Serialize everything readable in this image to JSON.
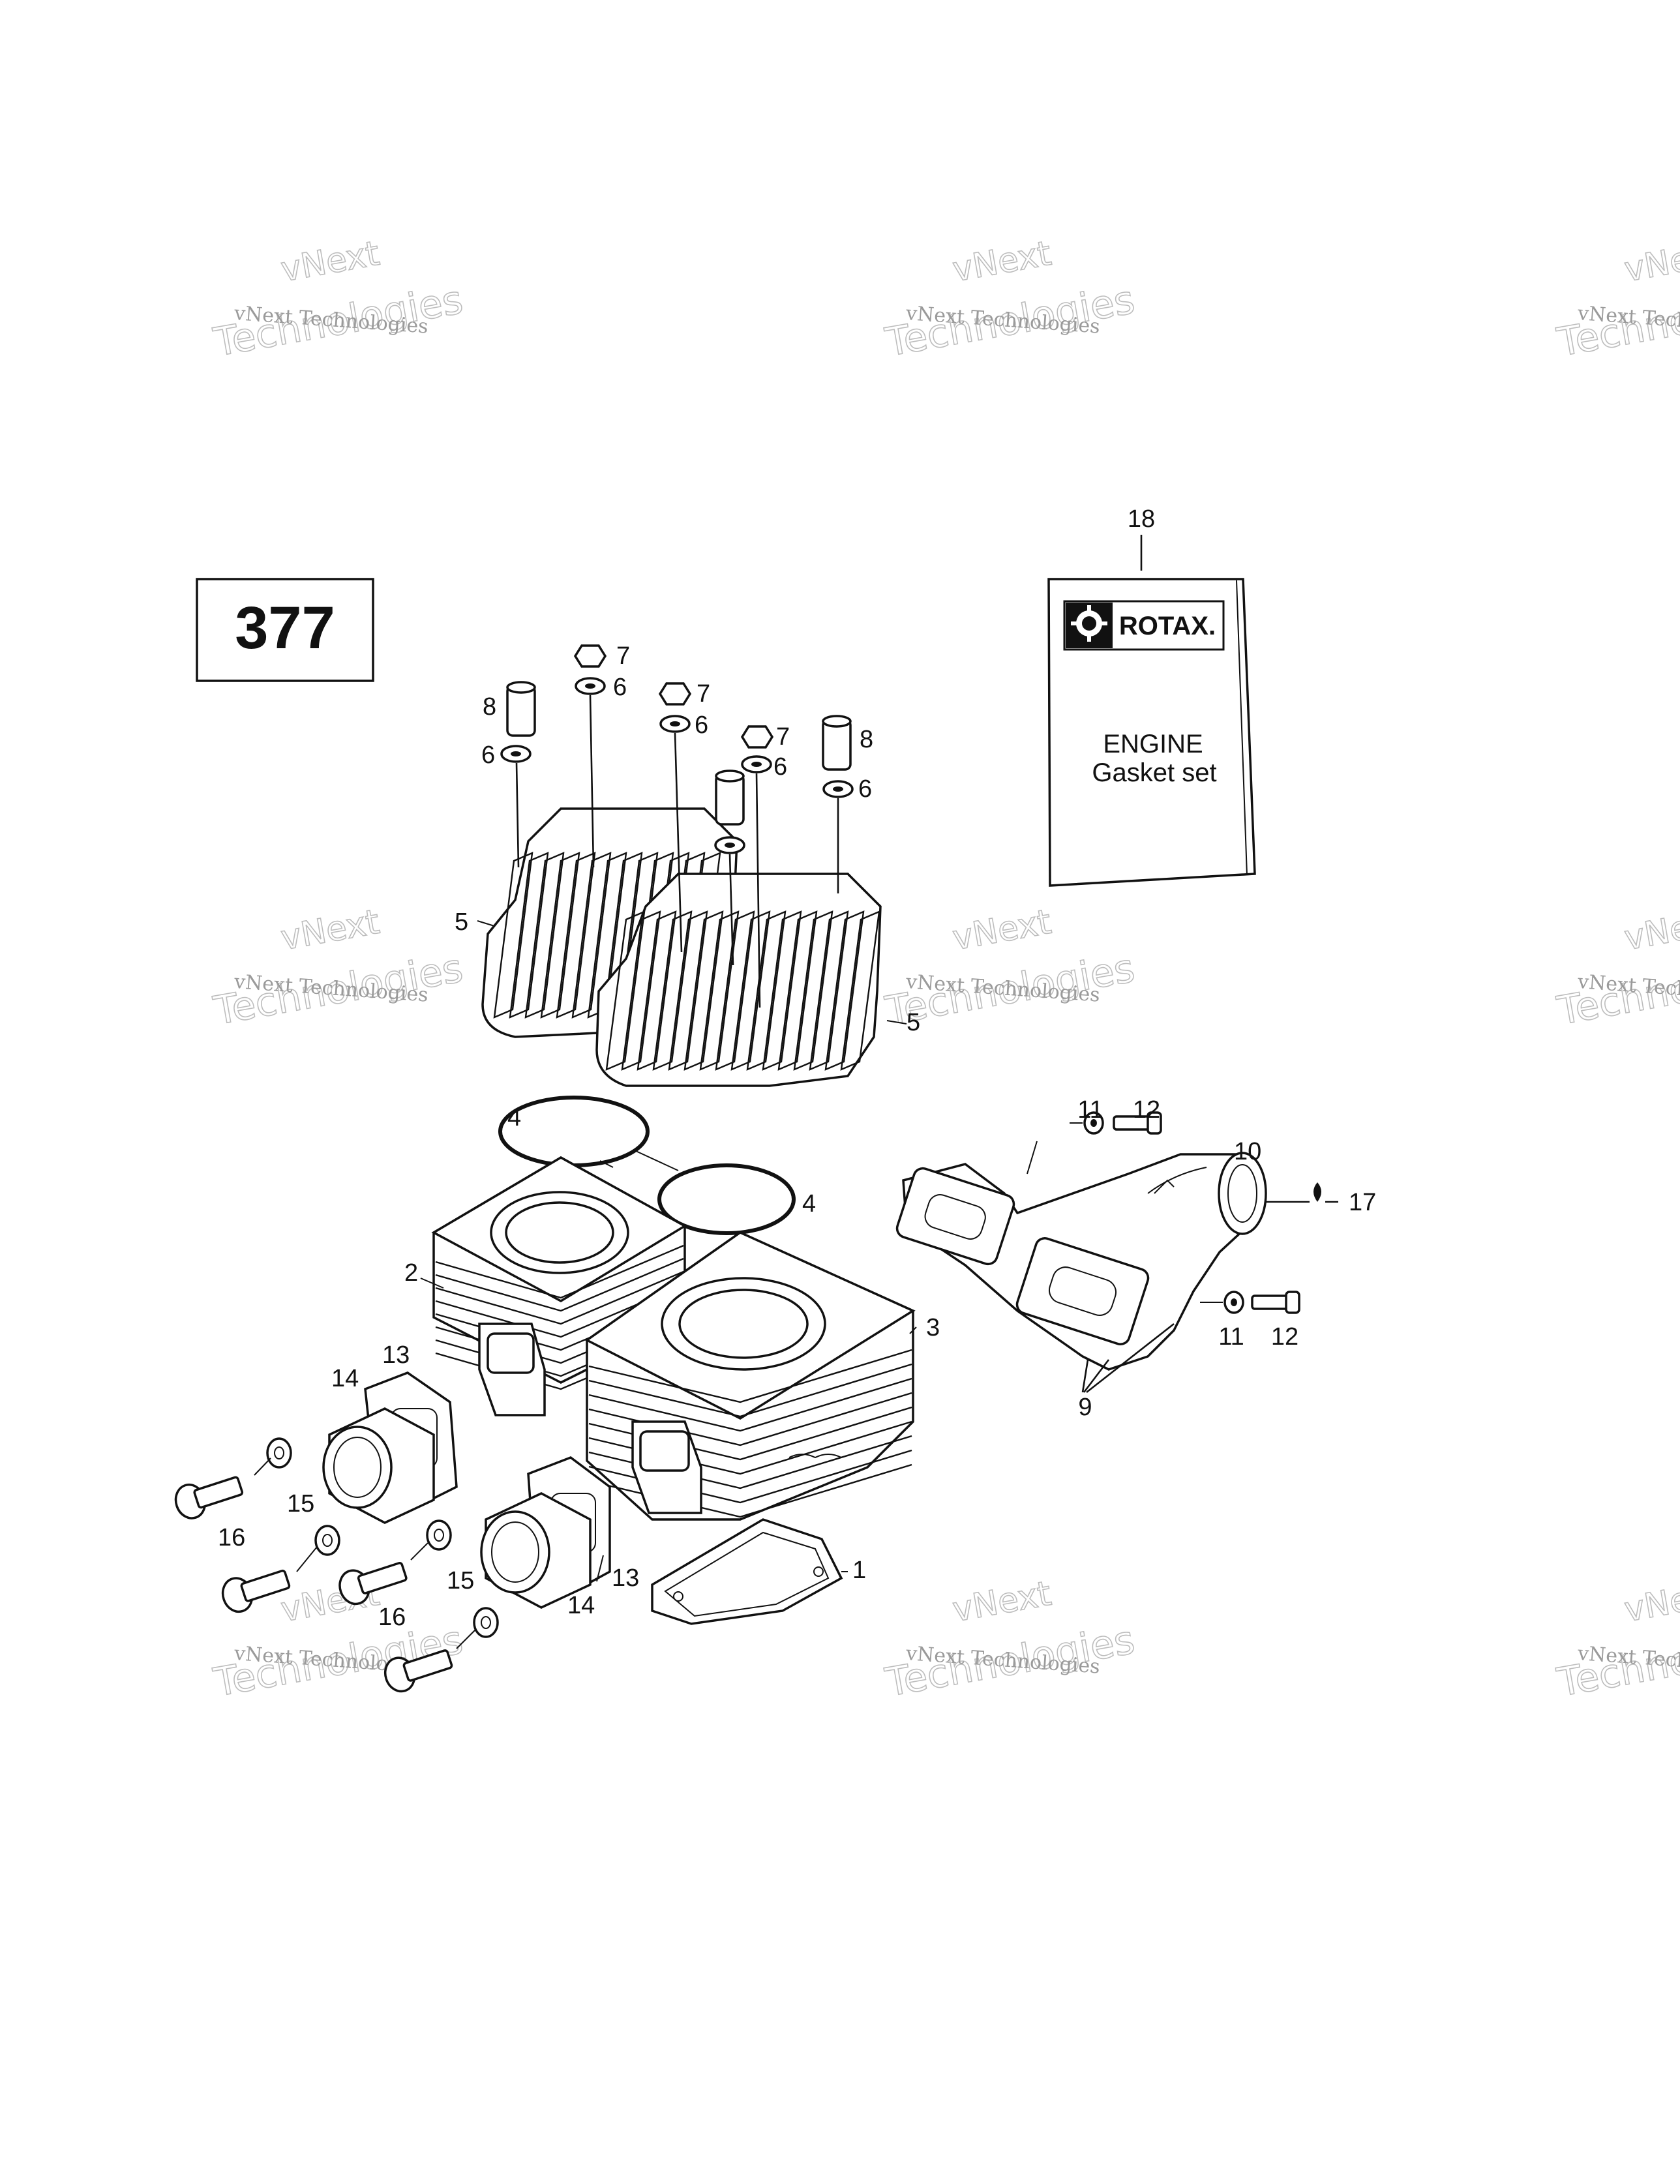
{
  "diagram_number": "377",
  "watermark": {
    "line1": "vNext Technologies",
    "line2": "vNext",
    "line3": "Technologies"
  },
  "gasket_box": {
    "brand": "ROTAX.",
    "title": "ENGINE",
    "subtitle": "Gasket set"
  },
  "callouts": [
    {
      "id": "c18",
      "label": "18"
    },
    {
      "id": "c7a",
      "label": "7"
    },
    {
      "id": "c6a",
      "label": "6"
    },
    {
      "id": "c7b",
      "label": "7"
    },
    {
      "id": "c6b",
      "label": "6"
    },
    {
      "id": "c7c",
      "label": "7"
    },
    {
      "id": "c6c",
      "label": "6"
    },
    {
      "id": "c8a",
      "label": "8"
    },
    {
      "id": "c6d",
      "label": "6"
    },
    {
      "id": "c8b",
      "label": "8"
    },
    {
      "id": "c6e",
      "label": "6"
    },
    {
      "id": "c5a",
      "label": "5"
    },
    {
      "id": "c5b",
      "label": "5"
    },
    {
      "id": "c4a",
      "label": "4"
    },
    {
      "id": "c4b",
      "label": "4"
    },
    {
      "id": "c11a",
      "label": "11"
    },
    {
      "id": "c12a",
      "label": "12"
    },
    {
      "id": "c10",
      "label": "10"
    },
    {
      "id": "c17",
      "label": "17"
    },
    {
      "id": "c2",
      "label": "2"
    },
    {
      "id": "c3",
      "label": "3"
    },
    {
      "id": "c11b",
      "label": "11"
    },
    {
      "id": "c12b",
      "label": "12"
    },
    {
      "id": "c9",
      "label": "9"
    },
    {
      "id": "c13a",
      "label": "13"
    },
    {
      "id": "c14a",
      "label": "14"
    },
    {
      "id": "c15a",
      "label": "15"
    },
    {
      "id": "c16a",
      "label": "16"
    },
    {
      "id": "c1",
      "label": "1"
    },
    {
      "id": "c15b",
      "label": "15"
    },
    {
      "id": "c13b",
      "label": "13"
    },
    {
      "id": "c14b",
      "label": "14"
    },
    {
      "id": "c16b",
      "label": "16"
    }
  ]
}
